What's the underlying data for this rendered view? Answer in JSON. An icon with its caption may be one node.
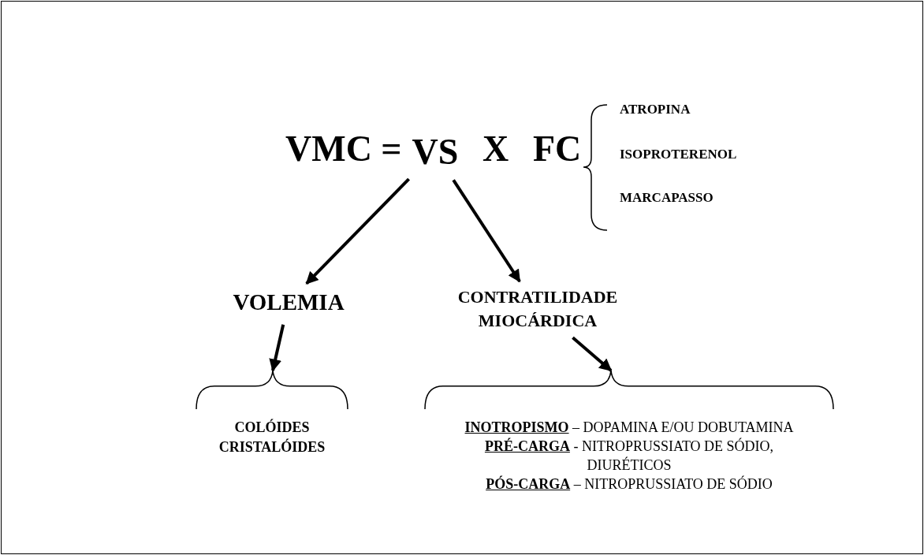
{
  "diagram": {
    "nodes": [
      {
        "text": [
          "VS"
        ]
      },
      {
        "text": [
          "VOLEMIA"
        ]
      },
      {
        "text": [
          "CONTRATILIDADE MIOCÁRDICA"
        ]
      },
      {
        "text": [],
        "shape": "brace"
      },
      {
        "text": [],
        "shape": "brace"
      }
    ],
    "edges": [
      {
        "from": 0,
        "to": 1,
        "arrow": "to"
      },
      {
        "from": 0,
        "to": 2,
        "arrow": "to"
      },
      {
        "from": 1,
        "to": 3,
        "arrow": "to"
      },
      {
        "from": 2,
        "to": 4,
        "arrow": "to"
      }
    ],
    "labels": [
      "VMC =",
      "X",
      "FC",
      "ATROPINA",
      "ISOPROTERENOL",
      "MARCAPASSO",
      "COLÓIDES",
      "CRISTALÓIDES",
      "INOTROPISMO",
      "– DOPAMINA E/OU DOBUTAMINA",
      "PRÉ-CARGA",
      "- NITROPRUSSIATO DE SÓDIO, DIURÉTICOS",
      "PÓS-CARGA",
      "– NITROPRUSSIATO DE SÓDIO"
    ]
  }
}
